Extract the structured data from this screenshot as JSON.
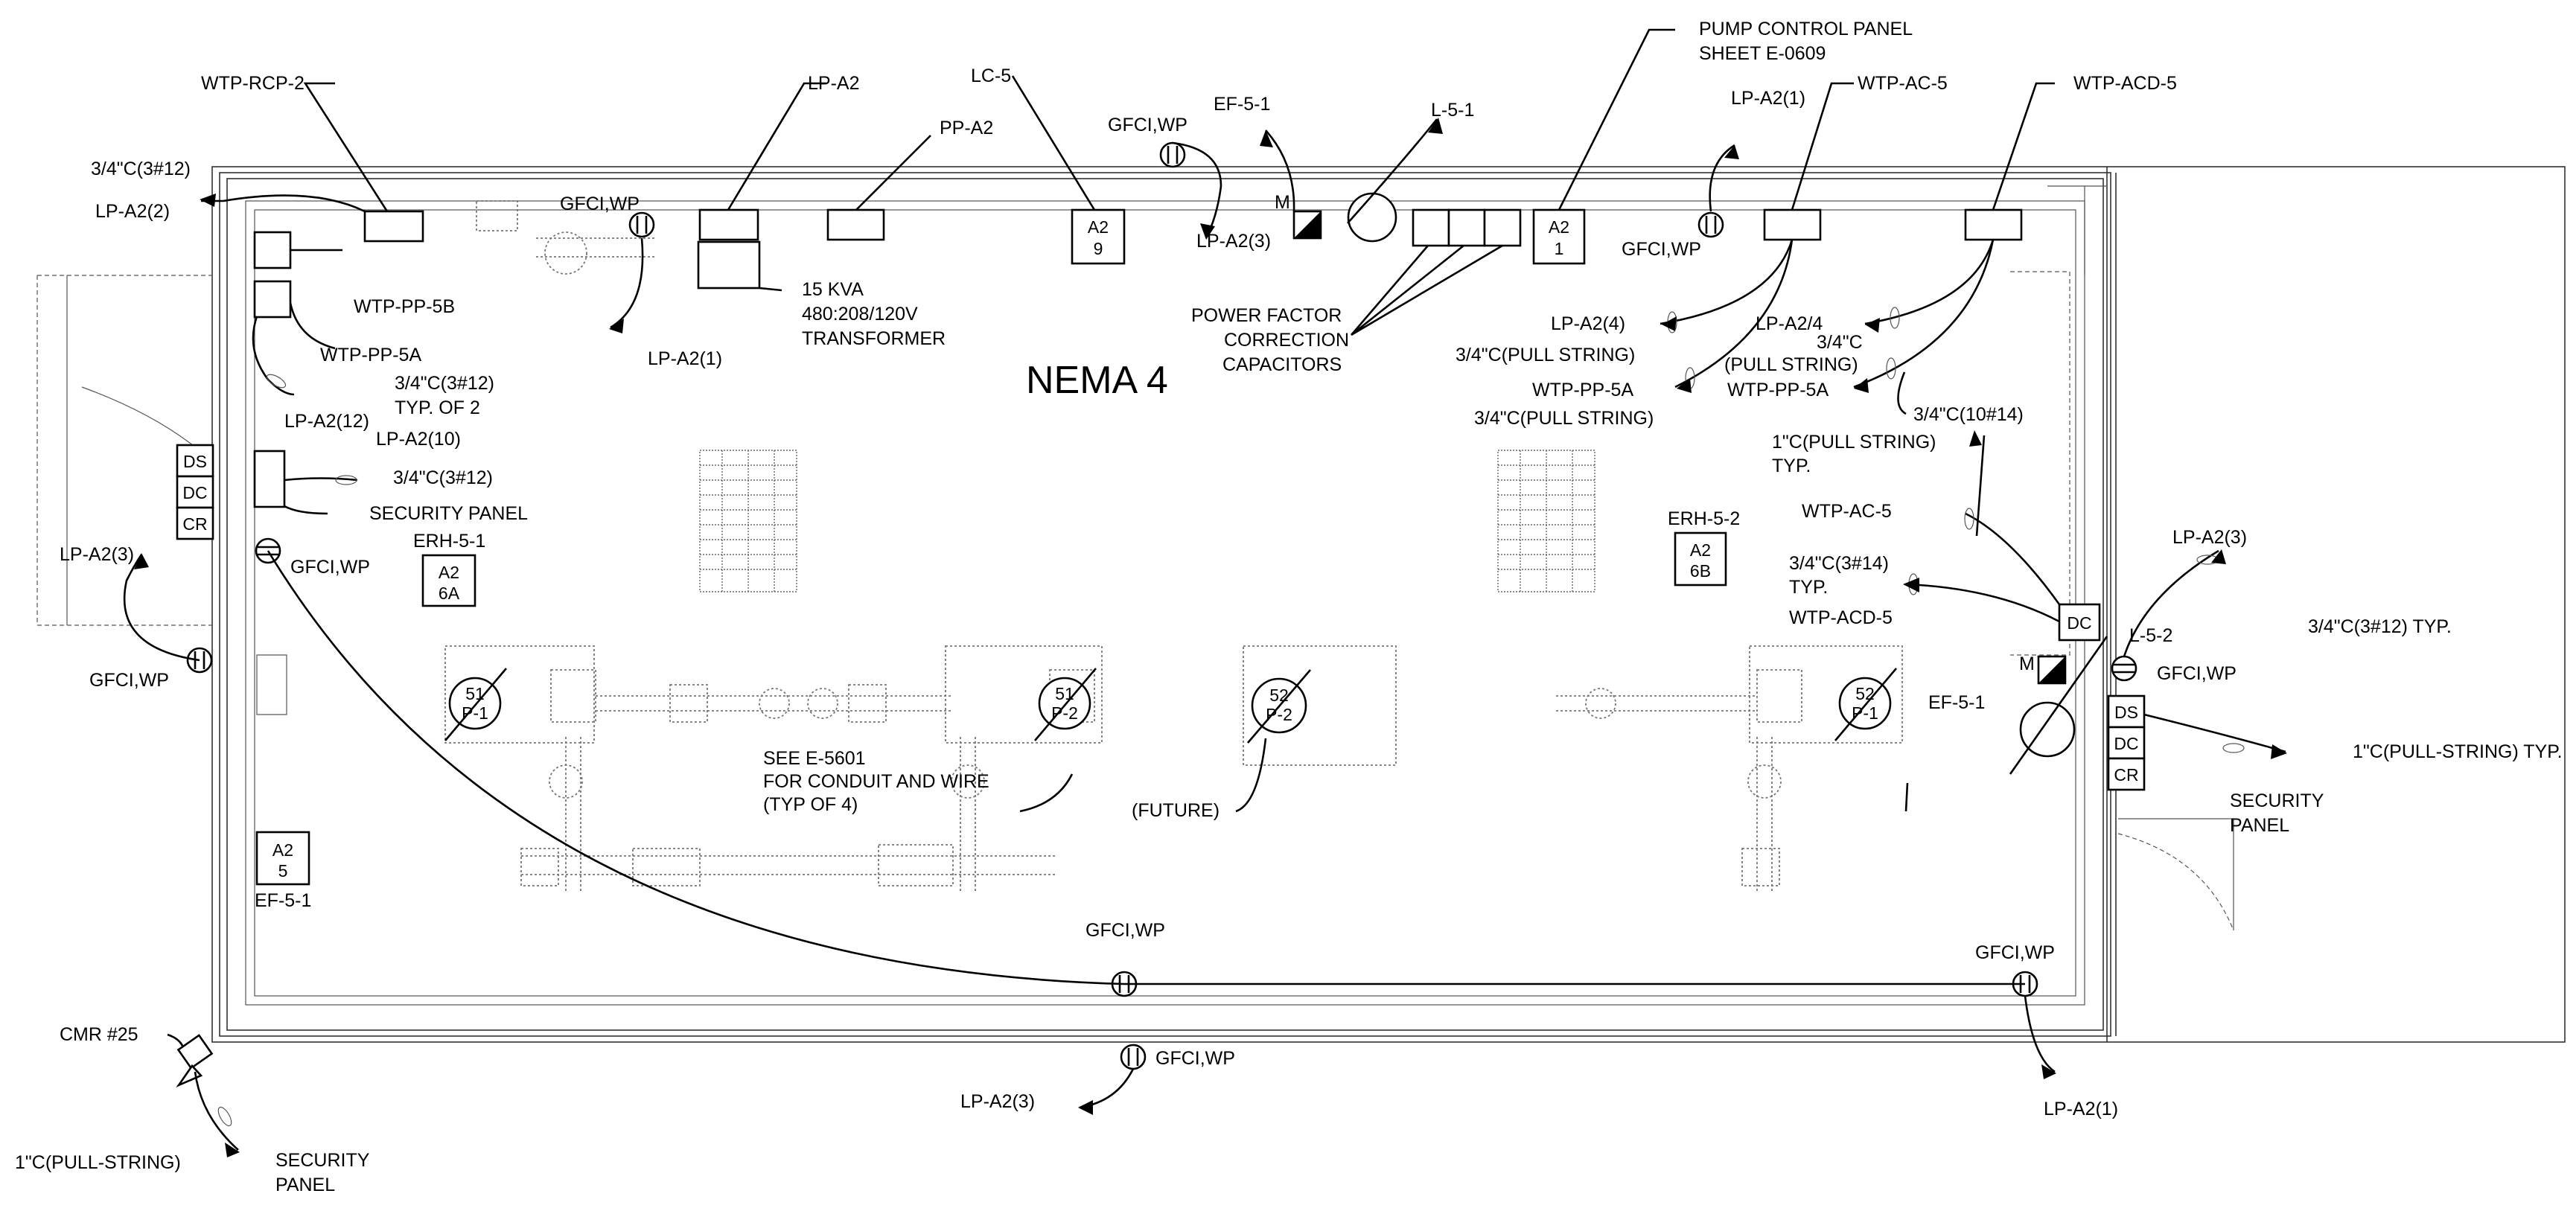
{
  "sheet": {
    "area_label": "NEMA 4"
  },
  "colors": {
    "line": "#000000",
    "wall": "#333333",
    "background": "#ffffff"
  },
  "labels": {
    "wtp_rcp_2": "WTP-RCP-2",
    "lp_a2_top": "LP-A2",
    "lc_5": "LC-5",
    "pp_a2": "PP-A2",
    "gfci_wp_top_center": "GFCI,WP",
    "ef_5_1_top": "EF-5-1",
    "l_5_1": "L-5-1",
    "pump_panel_1": "PUMP CONTROL PANEL",
    "pump_panel_2": "SHEET E-0609",
    "lp_a2_1_top": "LP-A2(1)",
    "wtp_ac_5_top": "WTP-AC-5",
    "wtp_acd_5_top": "WTP-ACD-5",
    "conduit_3412_left": "3/4\"C(3#12)",
    "lp_a2_2": "LP-A2(2)",
    "gfci_wp_top_left": "GFCI,WP",
    "wtp_pp_5b": "WTP-PP-5B",
    "wtp_pp_5a_left": "WTP-PP-5A",
    "conduit_3412_typ": "3/4\"C(3#12)",
    "typ_of_2": "TYP. OF 2",
    "lp_a2_12": "LP-A2(12)",
    "lp_a2_10": "LP-A2(10)",
    "conduit_3412_sec": "3/4\"C(3#12)",
    "security_panel_left": "SECURITY PANEL",
    "lp_a2_1_mid": "LP-A2(1)",
    "xfmr_1": "15 KVA",
    "xfmr_2": "480:208/120V",
    "xfmr_3": "TRANSFORMER",
    "m_top": "M",
    "lp_a2_3_top": "LP-A2(3)",
    "gfci_wp_top_right": "GFCI,WP",
    "pfc_1": "POWER FACTOR",
    "pfc_2": "CORRECTION",
    "pfc_3": "CAPACITORS",
    "lp_a2_4a": "LP-A2(4)",
    "pull_string_1": "3/4\"C(PULL STRING)",
    "wtp_pp_5a_mid": "WTP-PP-5A",
    "pull_string_2": "3/4\"C(PULL STRING)",
    "lp_a2_4b": "LP-A2/4",
    "conduit_34c": "3/4\"C",
    "pull_string_3": "(PULL STRING)",
    "wtp_pp_5a_right": "WTP-PP-5A",
    "conduit_31014": "3/4\"C(10#14)",
    "conduit_1c_pull": "1\"C(PULL STRING)",
    "typ_a": "TYP.",
    "wtp_ac_5_mid": "WTP-AC-5",
    "conduit_3414": "3/4\"C(3#14)",
    "typ_b": "TYP.",
    "wtp_acd_5_mid": "WTP-ACD-5",
    "lp_a2_3_left": "LP-A2(3)",
    "gfci_wp_left_outside": "GFCI,WP",
    "gfci_wp_left_inside": "GFCI,WP",
    "erh_5_1": "ERH-5-1",
    "erh_5_2": "ERH-5-2",
    "ds": "DS",
    "dc": "DC",
    "cr": "CR",
    "dc_right": "DC",
    "lp_a2_3_right": "LP-A2(3)",
    "l_5_2": "L-5-2",
    "conduit_3412_typ_right": "3/4\"C(3#12) TYP.",
    "m_right": "M",
    "gfci_wp_right": "GFCI,WP",
    "ef_5_1_right": "EF-5-1",
    "conduit_1c_typ_right": "1\"C(PULL-STRING) TYP.",
    "security_panel_right_1": "SECURITY",
    "security_panel_right_2": "PANEL",
    "see_note_1": "SEE E-5601",
    "see_note_2": "FOR CONDUIT AND WIRE",
    "see_note_3": "(TYP OF 4)",
    "future": "(FUTURE)",
    "ef_5_1_left": "EF-5-1",
    "gfci_wp_bottom_mid": "GFCI,WP",
    "gfci_wp_bottom_right": "GFCI,WP",
    "gfci_wp_outside_bottom": "GFCI,WP",
    "lp_a2_3_bottom": "LP-A2(3)",
    "lp_a2_1_bottom": "LP-A2(1)",
    "cmr_25": "CMR #25",
    "conduit_pull_bottom": "1\"C(PULL-STRING)",
    "security_panel_bottom_1": "SECURITY",
    "security_panel_bottom_2": "PANEL"
  },
  "tags": {
    "a2_9": [
      "A2",
      "9"
    ],
    "a2_1": [
      "A2",
      "1"
    ],
    "a2_6a": [
      "A2",
      "6A"
    ],
    "a2_6b": [
      "A2",
      "6B"
    ],
    "a2_5": [
      "A2",
      "5"
    ]
  },
  "pumps": {
    "p51_1": [
      "51",
      "P-1"
    ],
    "p51_2": [
      "51",
      "P-2"
    ],
    "p52_2": [
      "52",
      "P-2"
    ],
    "p52_1": [
      "52",
      "P-1"
    ]
  }
}
